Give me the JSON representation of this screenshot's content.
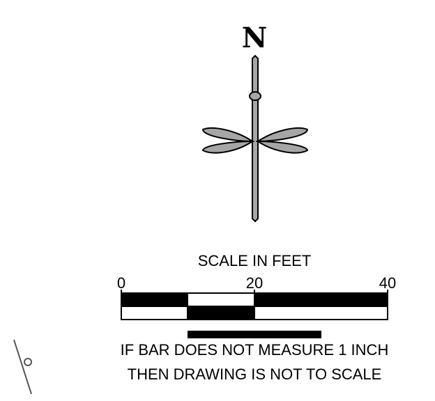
{
  "north_arrow": {
    "letter": "N",
    "fill_color": "#a6a6a6",
    "stroke_color": "#000000"
  },
  "scale_bar": {
    "title": "SCALE IN FEET",
    "ticks": [
      "0",
      "20",
      "40"
    ],
    "fill_color": "#000000"
  },
  "note": {
    "line1": "IF BAR DOES NOT MEASURE 1 INCH",
    "line2": "THEN DRAWING IS NOT TO SCALE"
  }
}
